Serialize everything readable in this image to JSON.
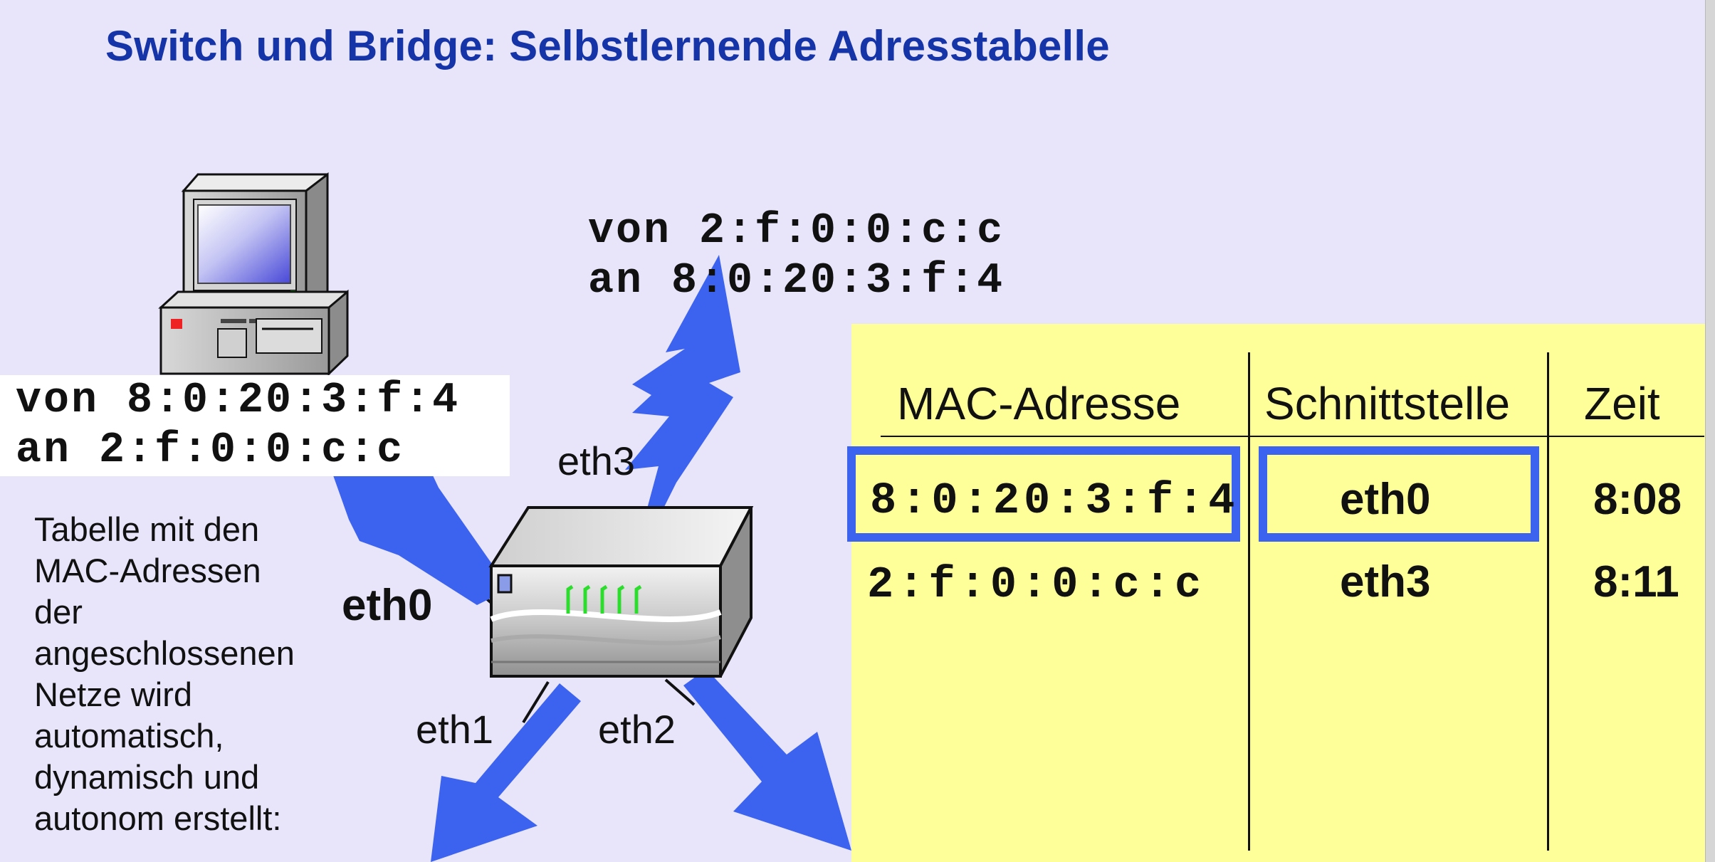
{
  "title": "Switch und Bridge: Selbstlernende Adresstabelle",
  "frames": {
    "outgoing": {
      "from": "von 8:0:20:3:f:4",
      "to": "an 2:f:0:0:c:c"
    },
    "reply": {
      "from": "von 2:f:0:0:c:c",
      "to": "an 8:0:20:3:f:4"
    }
  },
  "ports": {
    "eth0": "eth0",
    "eth1": "eth1",
    "eth2": "eth2",
    "eth3": "eth3"
  },
  "caption": [
    "Tabelle mit den",
    "MAC-Adressen",
    "der",
    "angeschlossenen",
    "Netze wird",
    "automatisch,",
    "dynamisch und",
    "autonom erstellt:"
  ],
  "table": {
    "headers": [
      "MAC-Adresse",
      "Schnittstelle",
      "Zeit"
    ],
    "rows": [
      {
        "mac": "8:0:20:3:f:4",
        "interface": "eth0",
        "time": "8:08",
        "highlighted": true
      },
      {
        "mac": "2:f:0:0:c:c",
        "interface": "eth3",
        "time": "8:11",
        "highlighted": false
      }
    ]
  },
  "colors": {
    "background": "#e8e4fa",
    "title": "#1534a8",
    "arrow": "#3b63f0",
    "table_background": "#ffff99",
    "highlight": "#3b63f0"
  }
}
